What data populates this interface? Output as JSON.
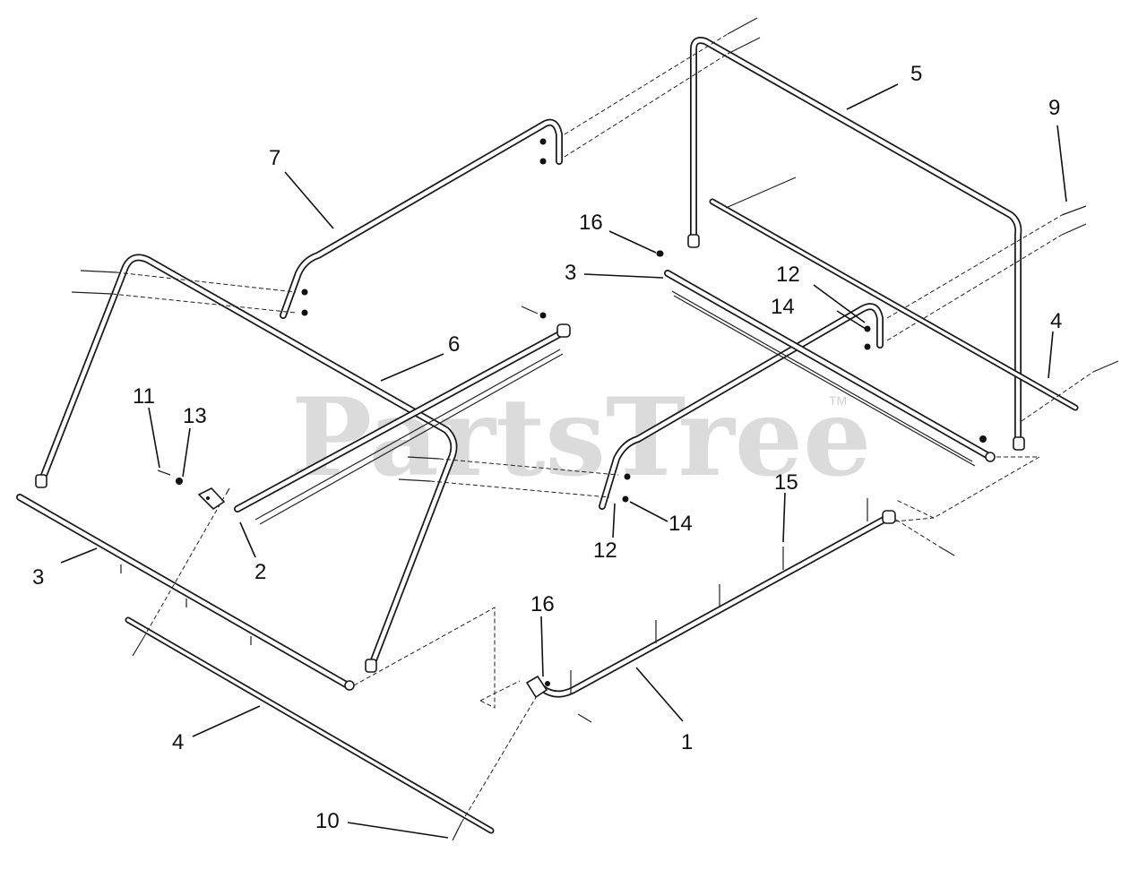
{
  "watermark": {
    "text": "PartsTree",
    "trademark": "TM"
  },
  "callouts": {
    "c1": "1",
    "c2": "2",
    "c3_left": "3",
    "c3_right": "3",
    "c4_left": "4",
    "c4_right": "4",
    "c5": "5",
    "c6": "6",
    "c7": "7",
    "c9": "9",
    "c10": "10",
    "c11": "11",
    "c12_front": "12",
    "c12_rear": "12",
    "c13": "13",
    "c14_front": "14",
    "c14_rear": "14",
    "c15": "15",
    "c16_front": "16",
    "c16_rear": "16"
  },
  "colors": {
    "line": "#1a1a1a",
    "background": "#ffffff",
    "watermark": "#cfcfcf"
  }
}
